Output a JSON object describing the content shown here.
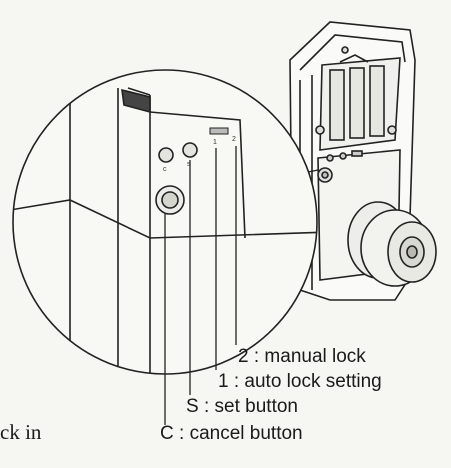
{
  "callouts": [
    {
      "key": "2",
      "sep": " : ",
      "text": "manual lock"
    },
    {
      "key": "1",
      "sep": " : ",
      "text": "auto lock setting"
    },
    {
      "key": "S",
      "sep": " : ",
      "text": "set button"
    },
    {
      "key": "C",
      "sep": " : ",
      "text": "cancel button"
    }
  ],
  "panel_marks": {
    "c": "c",
    "s": "s",
    "one": "1",
    "two": "2"
  },
  "page_fragment": "ck in",
  "colors": {
    "ink": "#1a1a1a",
    "paper": "#f6f6f3"
  }
}
